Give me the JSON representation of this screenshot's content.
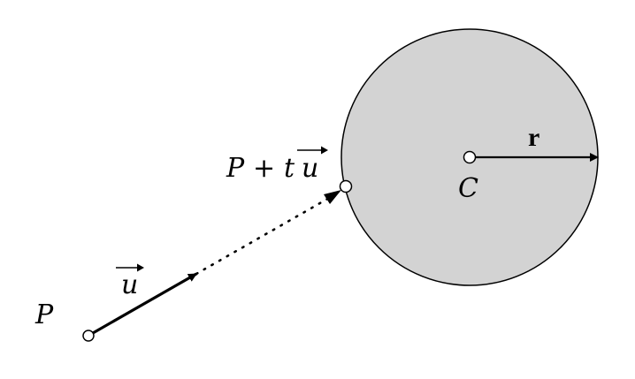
{
  "labels": {
    "point_p": "P",
    "vector_u": "u",
    "expr_p": "P",
    "expr_plus": "+",
    "expr_t": "t",
    "expr_u": "u",
    "center_c": "C",
    "radius_r": "r"
  },
  "colors": {
    "circle_fill": "#d3d3d3",
    "stroke": "#000000",
    "point_fill": "#ffffff"
  }
}
